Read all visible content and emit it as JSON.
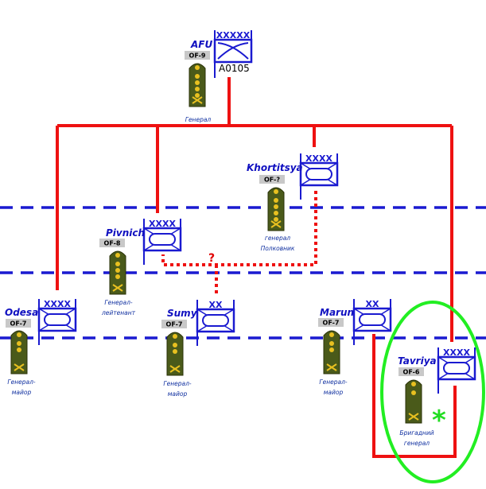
{
  "colors": {
    "command_line": "#ee1111",
    "boundary_line": "#1a1ad0",
    "unit_symbol": "#1a1ad0",
    "unit_name": "#1010c0",
    "insignia": "#4a5a1a",
    "star": "#e8c020",
    "highlight": "#22ee22",
    "of_badge": "#c8c8c8"
  },
  "units": [
    {
      "id": "afu",
      "name": "AFU",
      "echelon": "XXXXX",
      "of": "OF-9",
      "code": "A0105",
      "rank": [
        "Генерал"
      ],
      "stars": 4
    },
    {
      "id": "khortitsya",
      "name": "Khortitsya",
      "echelon": "XXXX",
      "of": "OF-?",
      "rank": [
        "генерал",
        "Полковник"
      ],
      "stars": 4
    },
    {
      "id": "pivnich",
      "name": "Pivnich",
      "echelon": "XXXX",
      "of": "OF-8",
      "rank": [
        "Генерал-",
        "лейтенант"
      ],
      "stars": 3
    },
    {
      "id": "odesa",
      "name": "Odesa",
      "echelon": "XXXX",
      "of": "OF-7",
      "rank": [
        "Генерал-",
        "майор"
      ],
      "stars": 2
    },
    {
      "id": "sumy",
      "name": "Sumy",
      "echelon": "XX",
      "of": "OF-7",
      "rank": [
        "Генерал-",
        "майор"
      ],
      "stars": 2
    },
    {
      "id": "marun",
      "name": "Marun",
      "echelon": "XX",
      "of": "OF-7",
      "rank": [
        "Генерал-",
        "майор"
      ],
      "stars": 2
    },
    {
      "id": "tavriya",
      "name": "Tavriya",
      "echelon": "XXXX",
      "of": "OF-6",
      "rank": [
        "Бригадний",
        "генерал"
      ],
      "stars": 1
    }
  ],
  "annotations": {
    "question_mark": "?",
    "asterisk": "*"
  }
}
